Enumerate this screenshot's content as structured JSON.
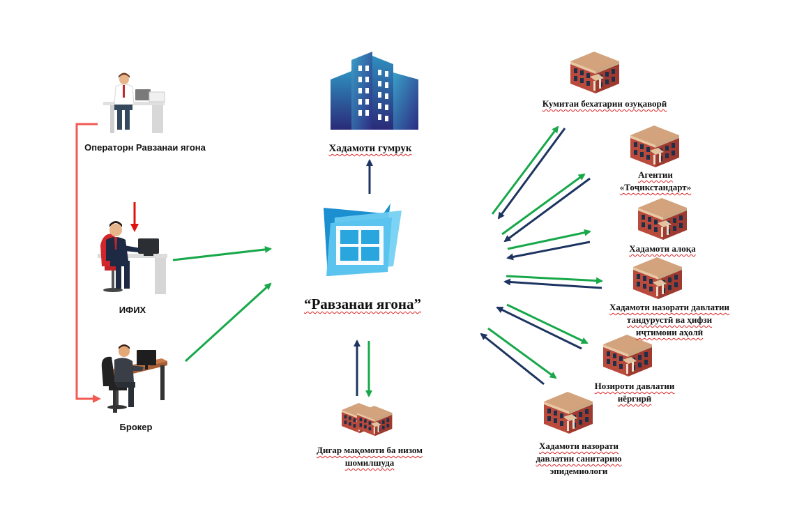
{
  "colors": {
    "green_arrow": "#17a84a",
    "navy_arrow": "#1d3461",
    "red_connector": "#f25a52",
    "red_arrow": "#e01010",
    "building_roof": "#c89a74",
    "building_wall": "#b94a3c",
    "window_blue": "#29a9e1",
    "tower_top": "#2f8fbf",
    "tower_bottom": "#2a2a78"
  },
  "left": {
    "operator": {
      "label": "Операторн Равзанаи ягона",
      "icon": "office-worker-at-desk-icon"
    },
    "ifih": {
      "label": "ИФИХ",
      "icon": "businessman-at-computer-icon"
    },
    "broker": {
      "label": "Брокер",
      "icon": "broker-at-desk-icon"
    }
  },
  "center": {
    "hub": {
      "label": "“Равзанаи ягона”",
      "icon": "single-window-icon"
    },
    "customs": {
      "label": "Хадамоти гумрук",
      "icon": "office-tower-icon"
    },
    "other": {
      "label_line1": "Дигар мақомоти ба низом",
      "label_line2": "шомилшуда",
      "icon": "buildings-group-icon"
    }
  },
  "agencies": [
    {
      "lines": [
        "Кумитаи бехатарии озуқаворӣ"
      ],
      "icon": "building-icon"
    },
    {
      "lines": [
        "Агентии",
        "«Тоҷикстандарт»"
      ],
      "icon": "building-icon"
    },
    {
      "lines": [
        "Хадамоти алоқа"
      ],
      "icon": "building-icon"
    },
    {
      "lines": [
        "Хадамоти  назорати  давлатии",
        "тандурустӣ  ва  ҳифзи",
        "иҷтимоии  аҳолӣ"
      ],
      "icon": "building-icon"
    },
    {
      "lines": [
        "Нозироти давлатии",
        "иёргирӣ"
      ],
      "icon": "building-icon"
    },
    {
      "lines": [
        "Хадамоти назорати",
        "давлатии санитарию",
        "эпидемиологи"
      ],
      "icon": "building-icon"
    }
  ]
}
